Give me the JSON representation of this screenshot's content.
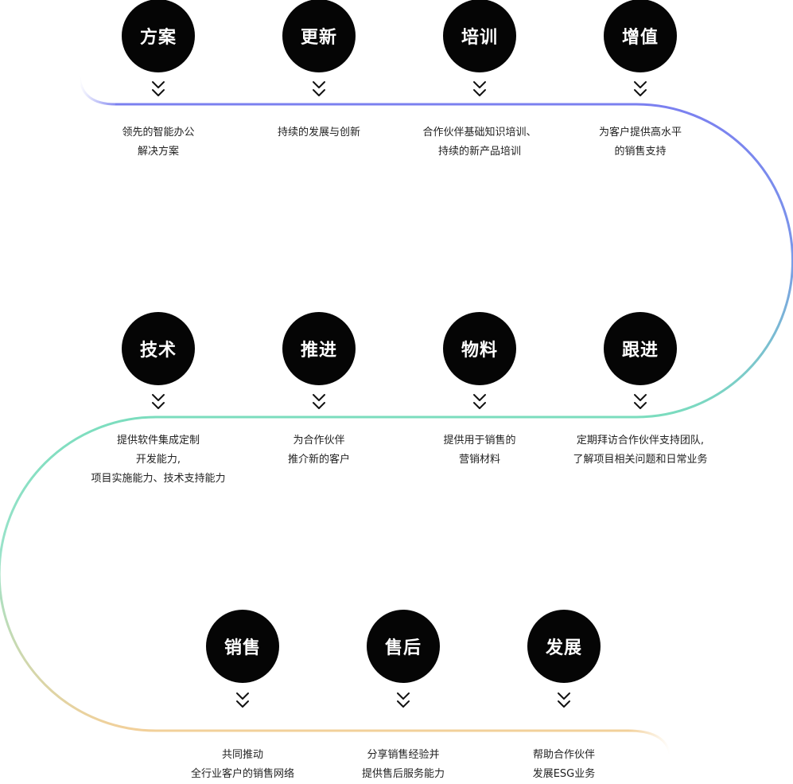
{
  "colors": {
    "gradient": [
      "#7B80F0",
      "#7BDDBE",
      "#F2D09A"
    ]
  },
  "steps": [
    {
      "title": "方案",
      "lines": [
        "领先的智能办公",
        "解决方案"
      ]
    },
    {
      "title": "更新",
      "lines": [
        "持续的发展与创新"
      ]
    },
    {
      "title": "培训",
      "lines": [
        "合作伙伴基础知识培训、",
        "持续的新产品培训"
      ]
    },
    {
      "title": "增值",
      "lines": [
        "为客户提供高水平",
        "的销售支持"
      ]
    },
    {
      "title": "技术",
      "lines": [
        "提供软件集成定制",
        "开发能力,",
        "项目实施能力、技术支持能力"
      ]
    },
    {
      "title": "推进",
      "lines": [
        "为合作伙伴",
        "推介新的客户"
      ]
    },
    {
      "title": "物料",
      "lines": [
        "提供用于销售的",
        "营销材料"
      ]
    },
    {
      "title": "跟进",
      "lines": [
        "定期拜访合作伙伴支持团队,",
        "了解项目相关问题和日常业务"
      ]
    },
    {
      "title": "销售",
      "lines": [
        "共同推动",
        "全行业客户的销售网络"
      ]
    },
    {
      "title": "售后",
      "lines": [
        "分享销售经验并",
        "提供售后服务能力"
      ]
    },
    {
      "title": "发展",
      "lines": [
        "帮助合作伙伴",
        "发展ESG业务"
      ]
    }
  ]
}
